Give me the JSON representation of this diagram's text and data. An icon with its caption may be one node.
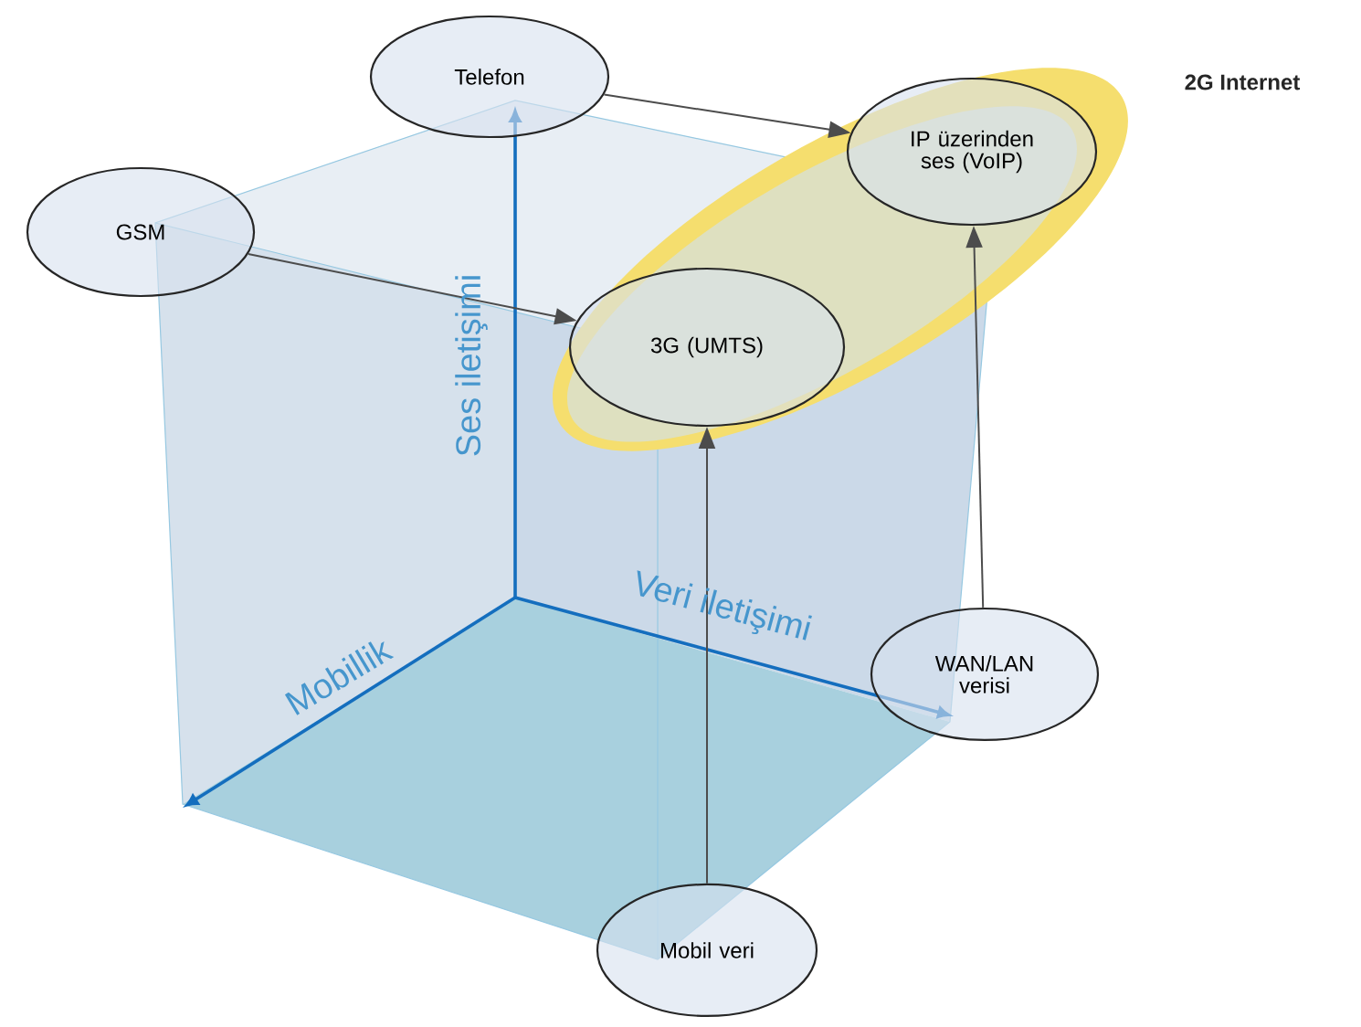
{
  "diagram": {
    "nodes": [
      {
        "text": [
          "2G Internet"
        ]
      },
      {
        "text": [
          "Telefon"
        ]
      },
      {
        "text": [
          "GSM"
        ]
      },
      {
        "text": [
          "IP üzerinden ses (VoIP)"
        ],
        "in": 0
      },
      {
        "text": [
          "3G (UMTS)"
        ],
        "in": 0
      },
      {
        "text": [
          "WAN/LAN verisi"
        ]
      },
      {
        "text": [
          "Mobil veri"
        ]
      }
    ],
    "edges": [
      {
        "from": 1,
        "to": 3,
        "arrow": "to"
      },
      {
        "from": 2,
        "to": 4,
        "arrow": "to"
      },
      {
        "from": 6,
        "to": 4,
        "arrow": "to"
      },
      {
        "from": 5,
        "to": 3,
        "arrow": "to"
      }
    ],
    "labels": [
      "Ses iletişimi",
      "Veri iletişimi",
      "Mobillik"
    ]
  }
}
